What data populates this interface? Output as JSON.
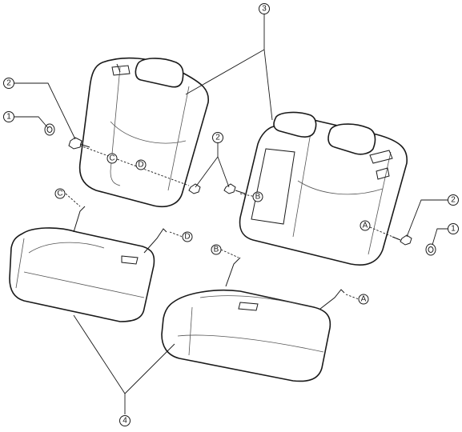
{
  "callouts": {
    "part_1": "1",
    "part_2": "2",
    "part_3": "3",
    "part_4": "4"
  },
  "connectors": {
    "A": "A",
    "B": "B",
    "C": "C",
    "D": "D"
  }
}
